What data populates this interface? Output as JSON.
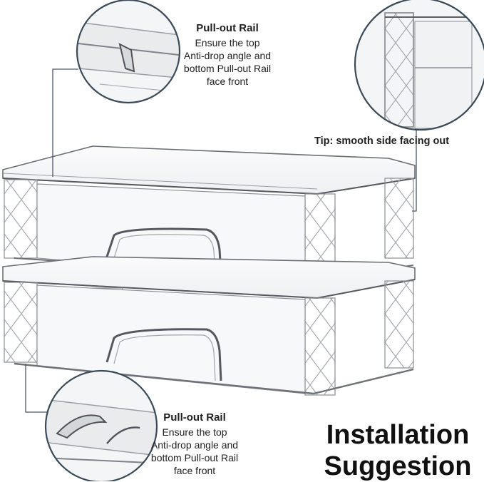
{
  "callout_top_left": {
    "title": "Pull-out Rail",
    "line1": "Ensure the top",
    "line2": "Anti-drop angle and",
    "line3": "bottom Pull-out Rail",
    "line4": "face front"
  },
  "callout_right": {
    "tip": "Tip: smooth side facing out"
  },
  "callout_bottom_left": {
    "title": "Pull-out Rail",
    "line1": "Ensure the top",
    "line2": "Anti-drop angle and",
    "line3": "bottom Pull-out Rail",
    "line4": "face front"
  },
  "headline": {
    "line1": "Installation",
    "line2": "Suggestion"
  },
  "colors": {
    "circle_stroke": "#3b4a58",
    "leader_line": "#4a5968",
    "plastic_edge": "#6b6f73",
    "plastic_light": "#d9dcdf"
  }
}
